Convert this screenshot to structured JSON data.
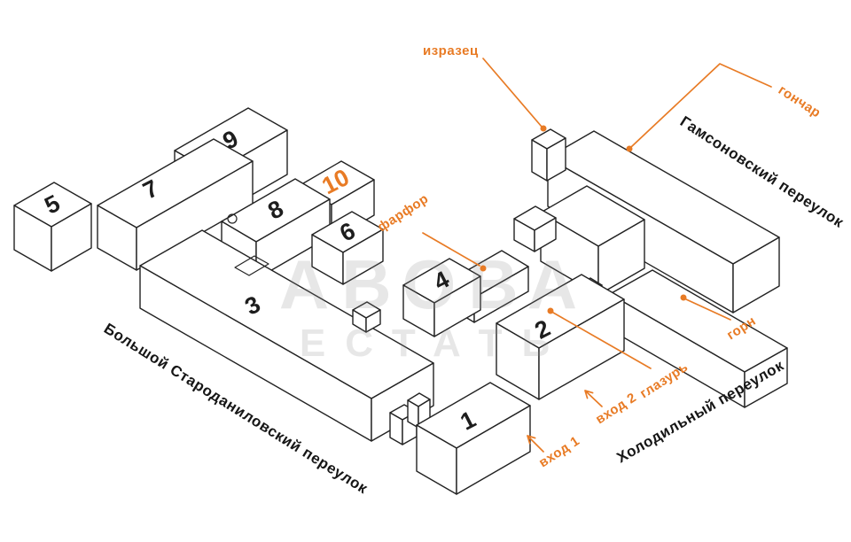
{
  "colors": {
    "accent": "#e87b25",
    "line": "#222222",
    "street_text": "#161616",
    "watermark": "#8c8c8c"
  },
  "buildings": {
    "b1": "1",
    "b2": "2",
    "b3": "3",
    "b4": "4",
    "b5": "5",
    "b6": "6",
    "b7": "7",
    "b8": "8",
    "b9": "9",
    "b10": "10"
  },
  "streets": {
    "bolshoy_starodanilovsky": "Большой Староданиловский переулок",
    "gamsonovsky": "Гамсоновский переулок",
    "kholodilny": "Холодильный переулок"
  },
  "labels": {
    "izrazets": "изразец",
    "gonchar": "гончар",
    "farfor": "фарфор",
    "glazur": "глазурь",
    "gorn": "горн",
    "vhod1": "вход 1",
    "vhod2": "вход 2"
  },
  "watermark": {
    "line1": "АВОВА",
    "line2": "ЕСТАТЬ"
  }
}
